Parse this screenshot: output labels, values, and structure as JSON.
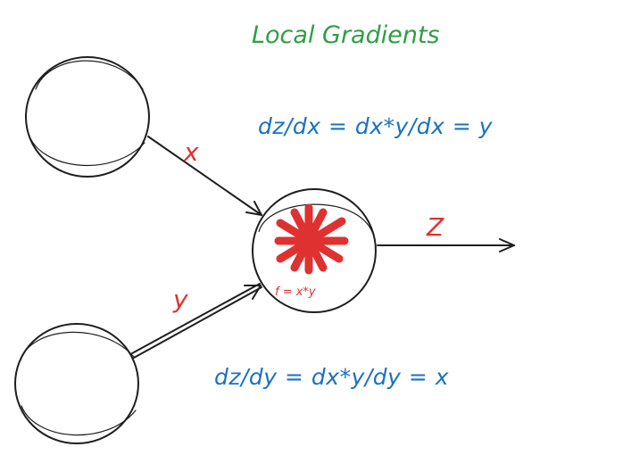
{
  "title": "Local Gradients",
  "edges": {
    "x_label": "x",
    "y_label": "y",
    "z_label": "Z"
  },
  "operation_node": {
    "symbol": "*",
    "function_label": "f = x*y"
  },
  "equations": {
    "dz_dx": "dz/dx = dx*y/dx = y",
    "dz_dy": "dz/dy = dx*y/dy = x"
  },
  "colors": {
    "title": "#2f9e44",
    "equations": "#1971c2",
    "labels": "#e03131",
    "strokes": "#1e1e1e"
  }
}
